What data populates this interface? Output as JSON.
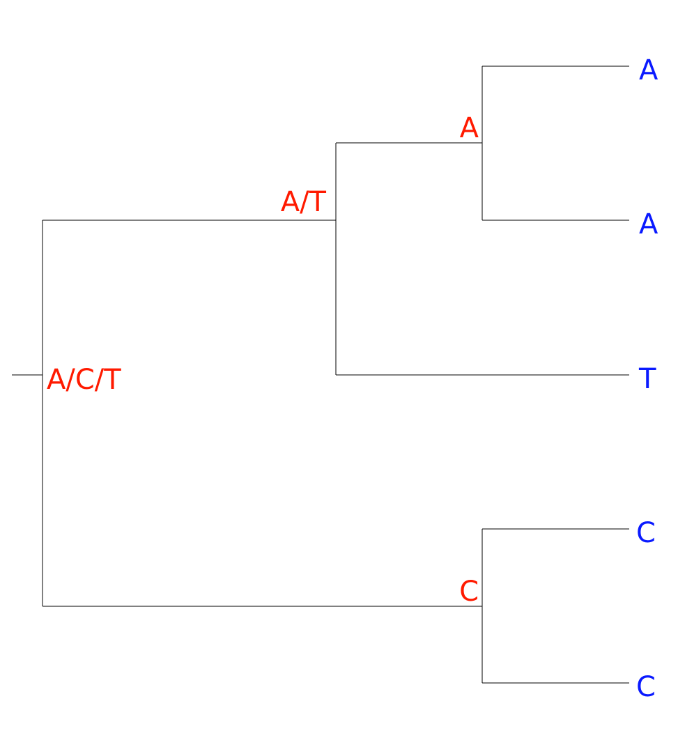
{
  "colors": {
    "internal": "#ff1a00",
    "leaf": "#0a1aff",
    "branch": "#000000"
  },
  "tree": {
    "root": {
      "label": "A/C/T"
    },
    "internal_nodes": [
      {
        "id": "at",
        "label": "A/T"
      },
      {
        "id": "a",
        "label": "A"
      },
      {
        "id": "c",
        "label": "C"
      }
    ],
    "leaves": [
      {
        "id": "leaf1",
        "label": "A"
      },
      {
        "id": "leaf2",
        "label": "A"
      },
      {
        "id": "leaf3",
        "label": "T"
      },
      {
        "id": "leaf4",
        "label": "C"
      },
      {
        "id": "leaf5",
        "label": "C"
      }
    ]
  }
}
